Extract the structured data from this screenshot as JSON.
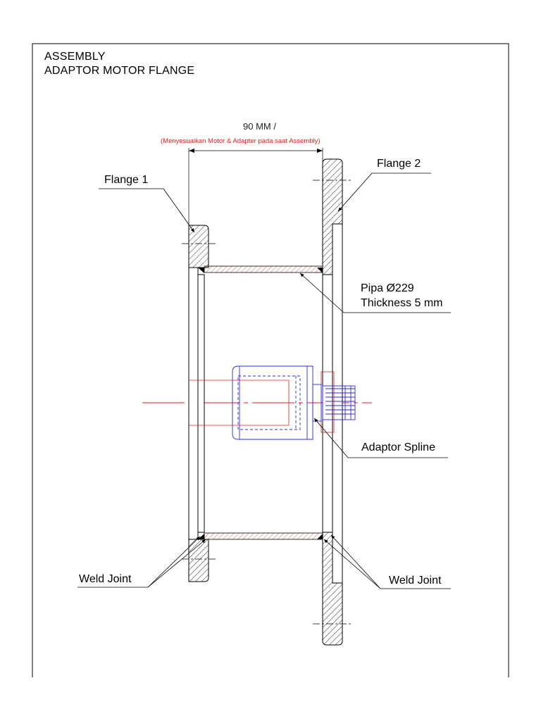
{
  "title": {
    "line1": "ASSEMBLY",
    "line2": "ADAPTOR MOTOR FLANGE"
  },
  "dimension": {
    "value": "90 MM /",
    "note": "(Menyesuaikan Motor & Adapter pada saat Assembly)"
  },
  "labels": {
    "flange1": "Flange 1",
    "flange2": "Flange 2",
    "pipe_line1": "Pipa Ø229",
    "pipe_line2": "Thickness 5 mm",
    "adaptor": "Adaptor Spline",
    "weld_left": "Weld Joint",
    "weld_right": "Weld Joint"
  },
  "colors": {
    "line": "#000000",
    "centerline": "#e0201c",
    "adaptor": "#2a2ae0",
    "note": "#e0201c"
  }
}
